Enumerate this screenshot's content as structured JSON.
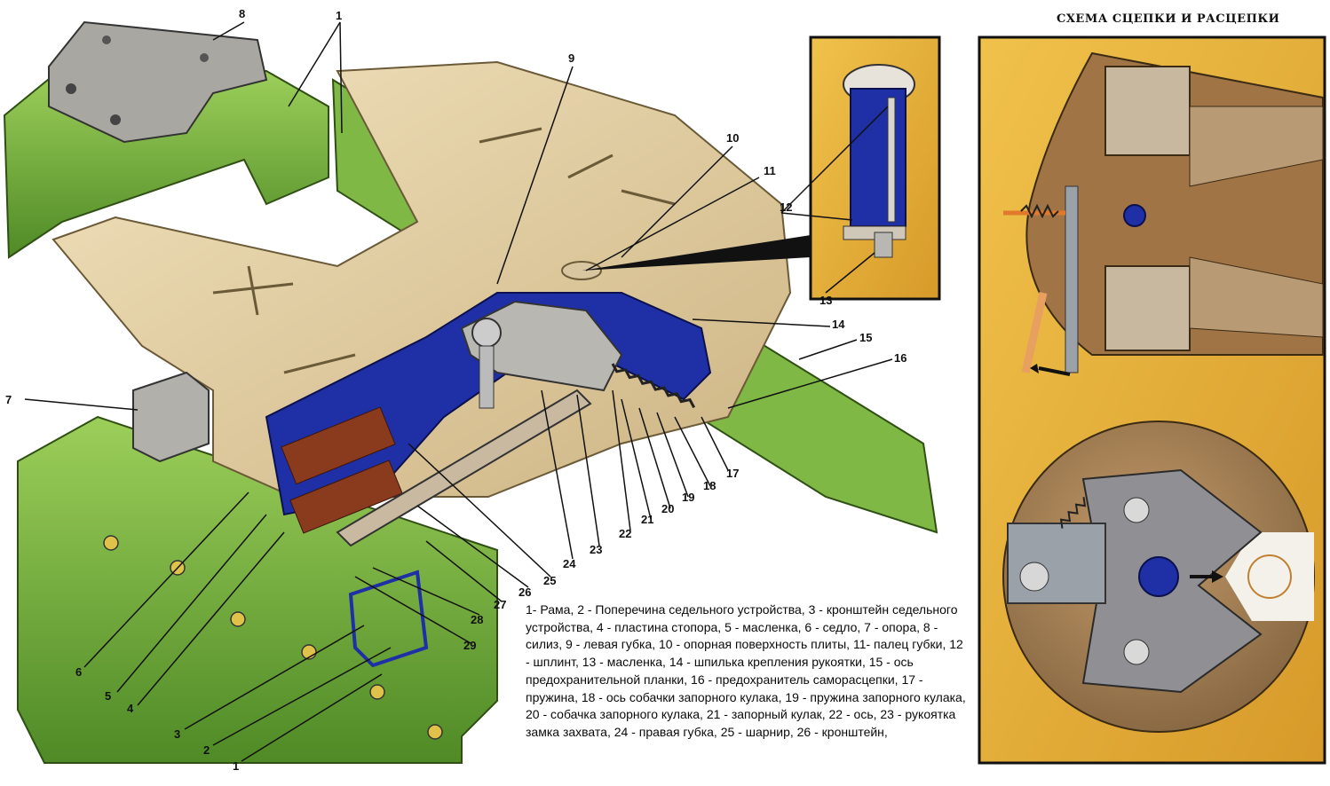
{
  "schema_title": "СХЕМА СЦЕПКИ И РАСЦЕПКИ",
  "legend": "1- Рама, 2 - Поперечина седельного устройства, 3 - кронштейн седельного устройства, 4 - пластина стопора, 5 - масленка, 6 - седло, 7 - опора, 8 - силиз, 9 - левая губка, 10 - опорная поверхность плиты, 11- палец губки, 12 - шплинт, 13 - масленка, 14 - шпилька крепления рукоятки, 15 - ось предохранительной планки, 16 - предохранитель саморасцепки, 17 - пружина, 18 - ось собачки запорного кулака, 19 - пружина запорного кулака, 20 - собачка запорного кулака, 21 - запорный кулак, 22 - ось, 23 - рукоятка замка захвата, 24 - правая губка, 25 - шарнир, 26 - кронштейн,",
  "callouts": [
    "8",
    "1",
    "9",
    "10",
    "11",
    "12",
    "13",
    "14",
    "15",
    "16",
    "17",
    "18",
    "19",
    "20",
    "21",
    "22",
    "23",
    "24",
    "25",
    "26",
    "27",
    "28",
    "29",
    "7",
    "6",
    "5",
    "4",
    "3",
    "2",
    "1"
  ],
  "colors": {
    "frame_green": "#6fa83a",
    "plate_cream": "#e6d3a8",
    "cutaway_blue": "#1f2fa6",
    "detail_yellow": "#e3b13d",
    "metal_grey": "#9c9a96"
  }
}
